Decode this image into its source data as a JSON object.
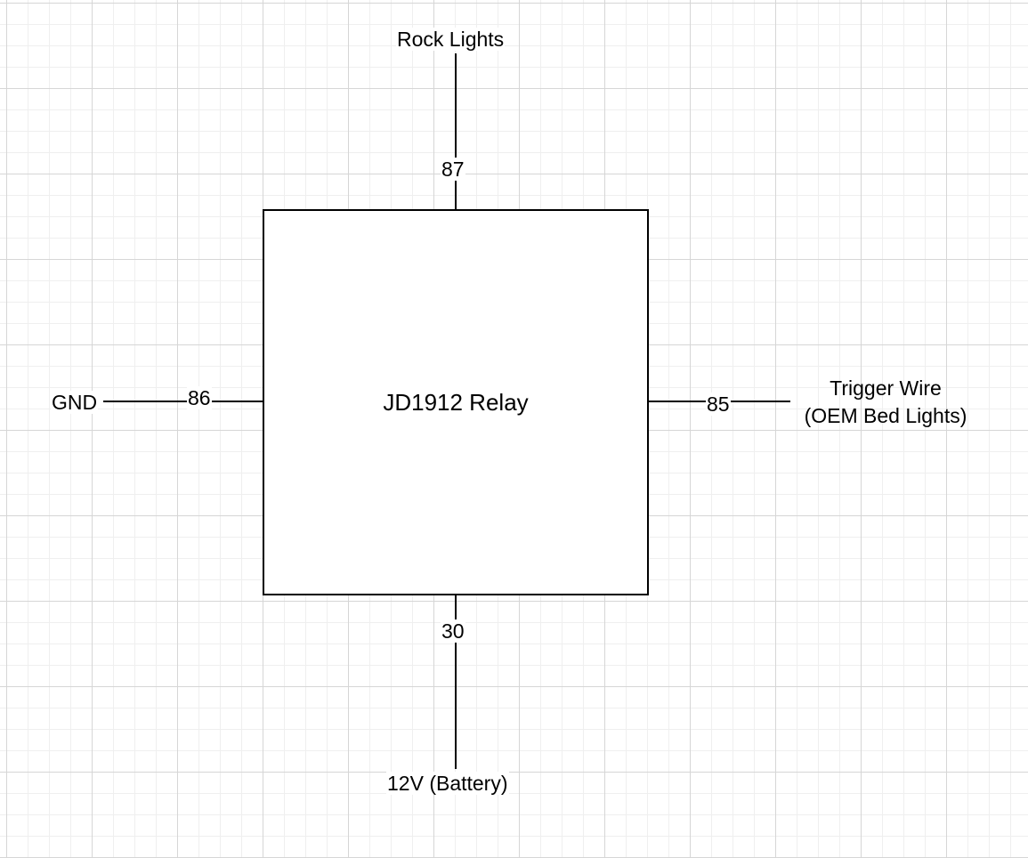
{
  "relay": {
    "label": "JD1912 Relay"
  },
  "pins": {
    "top": "87",
    "bottom": "30",
    "left": "86",
    "right": "85"
  },
  "connections": {
    "top": "Rock Lights",
    "bottom": "12V (Battery)",
    "left": "GND",
    "right_line1": "Trigger Wire",
    "right_line2": "(OEM Bed Lights)"
  },
  "colors": {
    "line": "#000000",
    "grid_major": "#d6d6d6",
    "grid_minor": "#efefef",
    "background": "#ffffff"
  }
}
